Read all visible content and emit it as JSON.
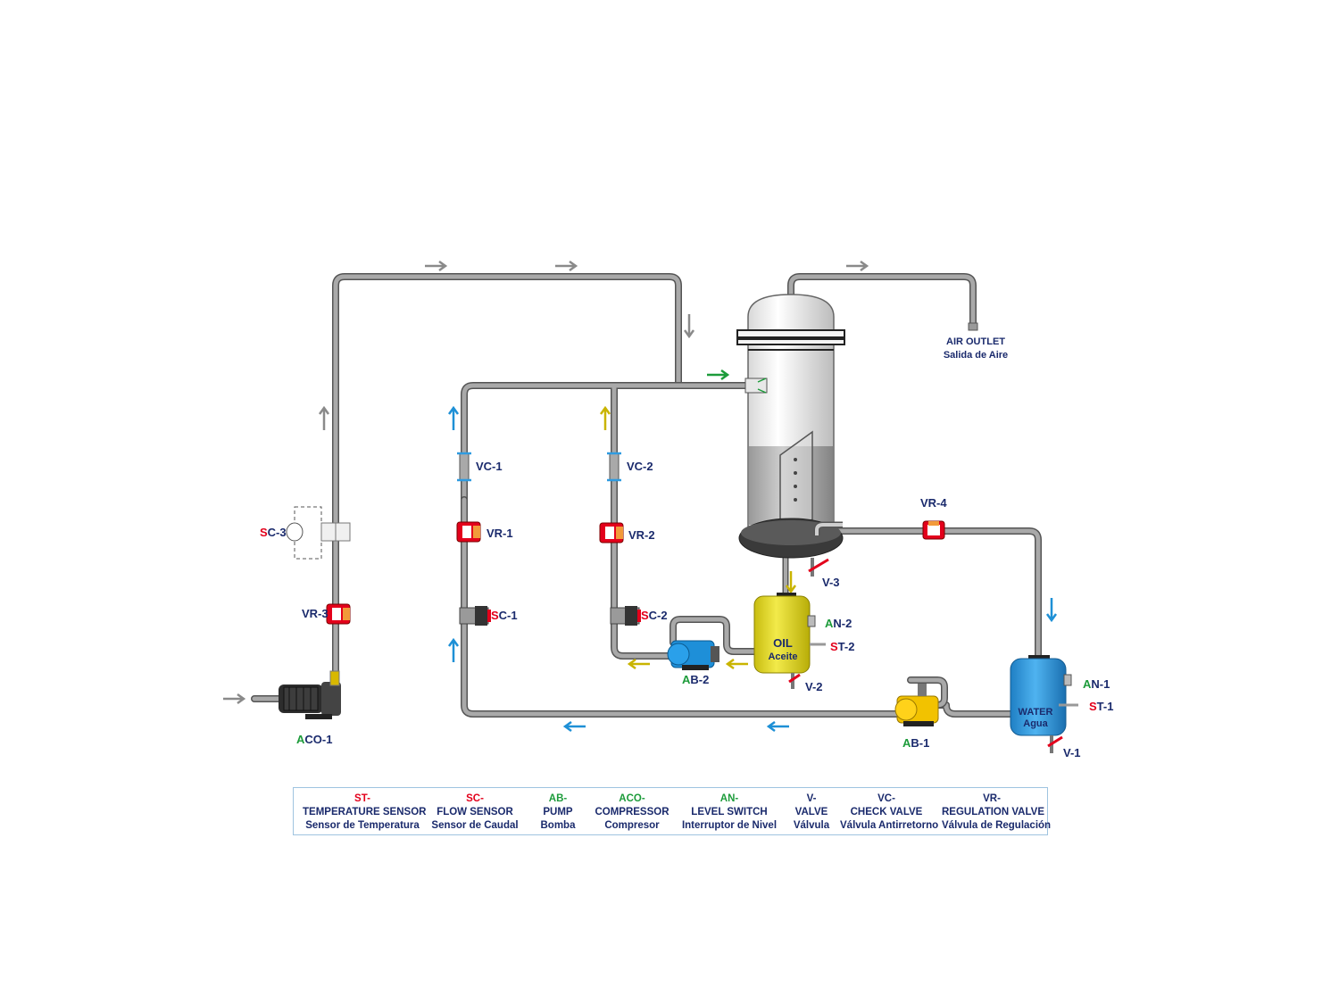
{
  "colors": {
    "pipe": "#8c8c8c",
    "pipe_edge": "#555555",
    "label": "#1a2a6c",
    "red": "#e3001b",
    "green": "#1c9b3a",
    "blue_arrow": "#1e90d6",
    "yellow_arrow": "#c9b400",
    "green_arrow": "#1c9b3a",
    "gray_arrow": "#8a8a8a",
    "oil_tank": "#e6dc1e",
    "water_tank": "#2f9be0",
    "pump_blue": "#1e8fd8",
    "pump_yellow": "#f2c200"
  },
  "labels": {
    "vc1": "VC-1",
    "vc2": "VC-2",
    "vr1": "VR-1",
    "vr2": "VR-2",
    "vr3": "VR-3",
    "vr4": "VR-4",
    "sc1": {
      "first": "S",
      "rest": "C-1"
    },
    "sc2": {
      "first": "S",
      "rest": "C-2"
    },
    "sc3": {
      "first": "S",
      "rest": "C-3"
    },
    "aco1": {
      "first": "A",
      "rest": "CO-1"
    },
    "ab1": {
      "first": "A",
      "rest": "B-1"
    },
    "ab2": {
      "first": "A",
      "rest": "B-2"
    },
    "an1": {
      "first": "A",
      "rest": "N-1"
    },
    "an2": {
      "first": "A",
      "rest": "N-2"
    },
    "st1": {
      "first": "S",
      "rest": "T-1"
    },
    "st2": {
      "first": "S",
      "rest": "T-2"
    },
    "v1": "V-1",
    "v2": "V-2",
    "v3": "V-3",
    "oil_en": "OIL",
    "oil_es": "Aceite",
    "water_en": "WATER",
    "water_es": "Agua",
    "air_outlet_en": "AIR OUTLET",
    "air_outlet_es": "Salida de Aire"
  },
  "legend": [
    {
      "code": "ST-",
      "code_color": "red",
      "en": "TEMPERATURE SENSOR",
      "es": "Sensor de Temperatura"
    },
    {
      "code": "SC-",
      "code_color": "red",
      "en": "FLOW SENSOR",
      "es": "Sensor de Caudal"
    },
    {
      "code": "AB-",
      "code_color": "green",
      "en": "PUMP",
      "es": "Bomba"
    },
    {
      "code": "ACO-",
      "code_color": "green",
      "en": "COMPRESSOR",
      "es": "Compresor"
    },
    {
      "code": "AN-",
      "code_color": "green",
      "en": "LEVEL SWITCH",
      "es": "Interruptor de Nivel"
    },
    {
      "code": "V-",
      "code_color": "blue",
      "en": "VALVE",
      "es": "Válvula"
    },
    {
      "code": "VC-",
      "code_color": "blue",
      "en": "CHECK VALVE",
      "es": "Válvula Antirretorno"
    },
    {
      "code": "VR-",
      "code_color": "blue",
      "en": "REGULATION VALVE",
      "es": "Válvula de Regulación"
    }
  ]
}
